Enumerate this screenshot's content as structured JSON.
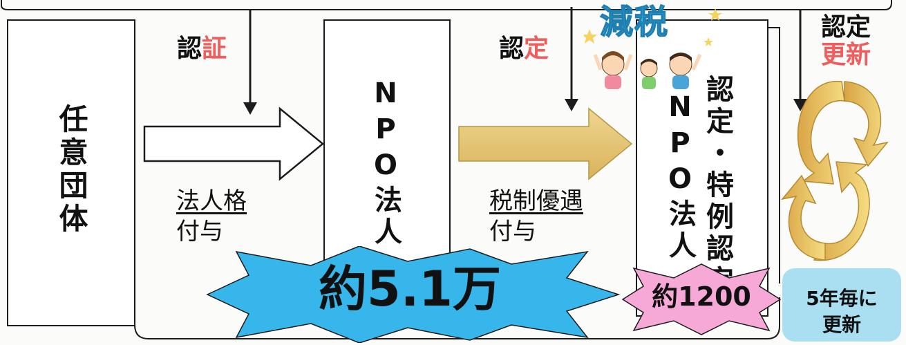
{
  "boxes": {
    "voluntary": "任意団体",
    "npo": "NPO法人",
    "certified_npo_line1": "認定・特例認定",
    "certified_npo_line2": "NPO法人"
  },
  "steps": {
    "ninsho_prefix": "認",
    "ninsho_accent": "証",
    "nintei_prefix": "認",
    "nintei_accent": "定",
    "renewal_line1": "認定",
    "renewal_line2": "更新"
  },
  "grants": {
    "first_underlined": "法人格",
    "first_suffix": "付与",
    "second_underlined": "税制優遇",
    "second_suffix": "付与"
  },
  "badges": {
    "tax_cut": "減税",
    "npo_count": "約5.1万",
    "certified_count": "約1200",
    "renewal_note_line1": "5年毎に",
    "renewal_note_line2": "更新"
  },
  "colors": {
    "blue_burst": "#36b6ea",
    "pink_burst": "#f6a9d6",
    "gold_arrow": "#e7c97a",
    "renewal_box": "#a9dff0",
    "accent_red": "#ef5d5d",
    "tax_cut_text": "#34b3e6"
  }
}
